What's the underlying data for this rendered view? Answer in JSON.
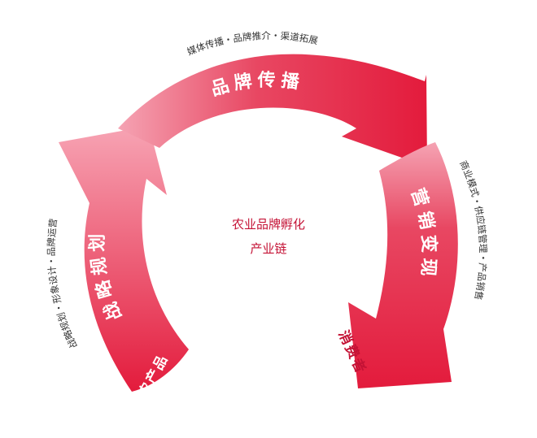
{
  "colors": {
    "primary": "#e31b3c",
    "light": "#f5a3b3",
    "text_dark": "#333333",
    "center_text": "#c41235"
  },
  "center": {
    "line1": "农业品牌孵化",
    "line2": "产业链"
  },
  "stages": {
    "left": {
      "title": "战略规划",
      "subtitle": "战略规划・形象设计・品牌运营",
      "start_label": "农产品"
    },
    "top": {
      "title": "品牌传播",
      "subtitle": "媒体传播・品牌推介・渠道拓展"
    },
    "right": {
      "title": "营销变现",
      "subtitle": "商业模式・供应链管理・产品销售",
      "end_label": "消费者"
    }
  }
}
